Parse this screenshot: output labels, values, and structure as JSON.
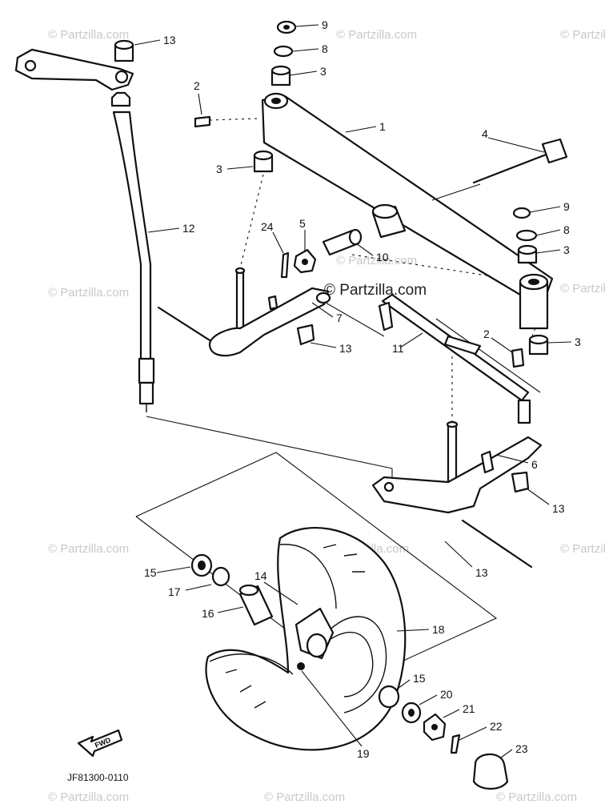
{
  "diagram": {
    "watermarks": [
      "© Partzilla.com",
      "© Partzilla.com",
      "© Partzilla.com",
      "© Partzilla.com",
      "© Partzilla.com",
      "© Partzilla.com",
      "© Partzilla.com",
      "© Partzilla.com",
      "© Partzilla.com",
      "© Partzilla.com",
      "© Partzilla.com",
      "© Partzilla.com"
    ],
    "center_watermark": "© Partzilla.com",
    "callouts": [
      "13",
      "9",
      "8",
      "3",
      "2",
      "1",
      "4",
      "3",
      "12",
      "24",
      "5",
      "10",
      "9",
      "8",
      "3",
      "7",
      "13",
      "11",
      "2",
      "3",
      "6",
      "13",
      "15",
      "17",
      "14",
      "16",
      "18",
      "13",
      "15",
      "20",
      "21",
      "22",
      "19",
      "23"
    ],
    "direction_label": "FWD",
    "drawing_code": "JF81300-0110"
  }
}
